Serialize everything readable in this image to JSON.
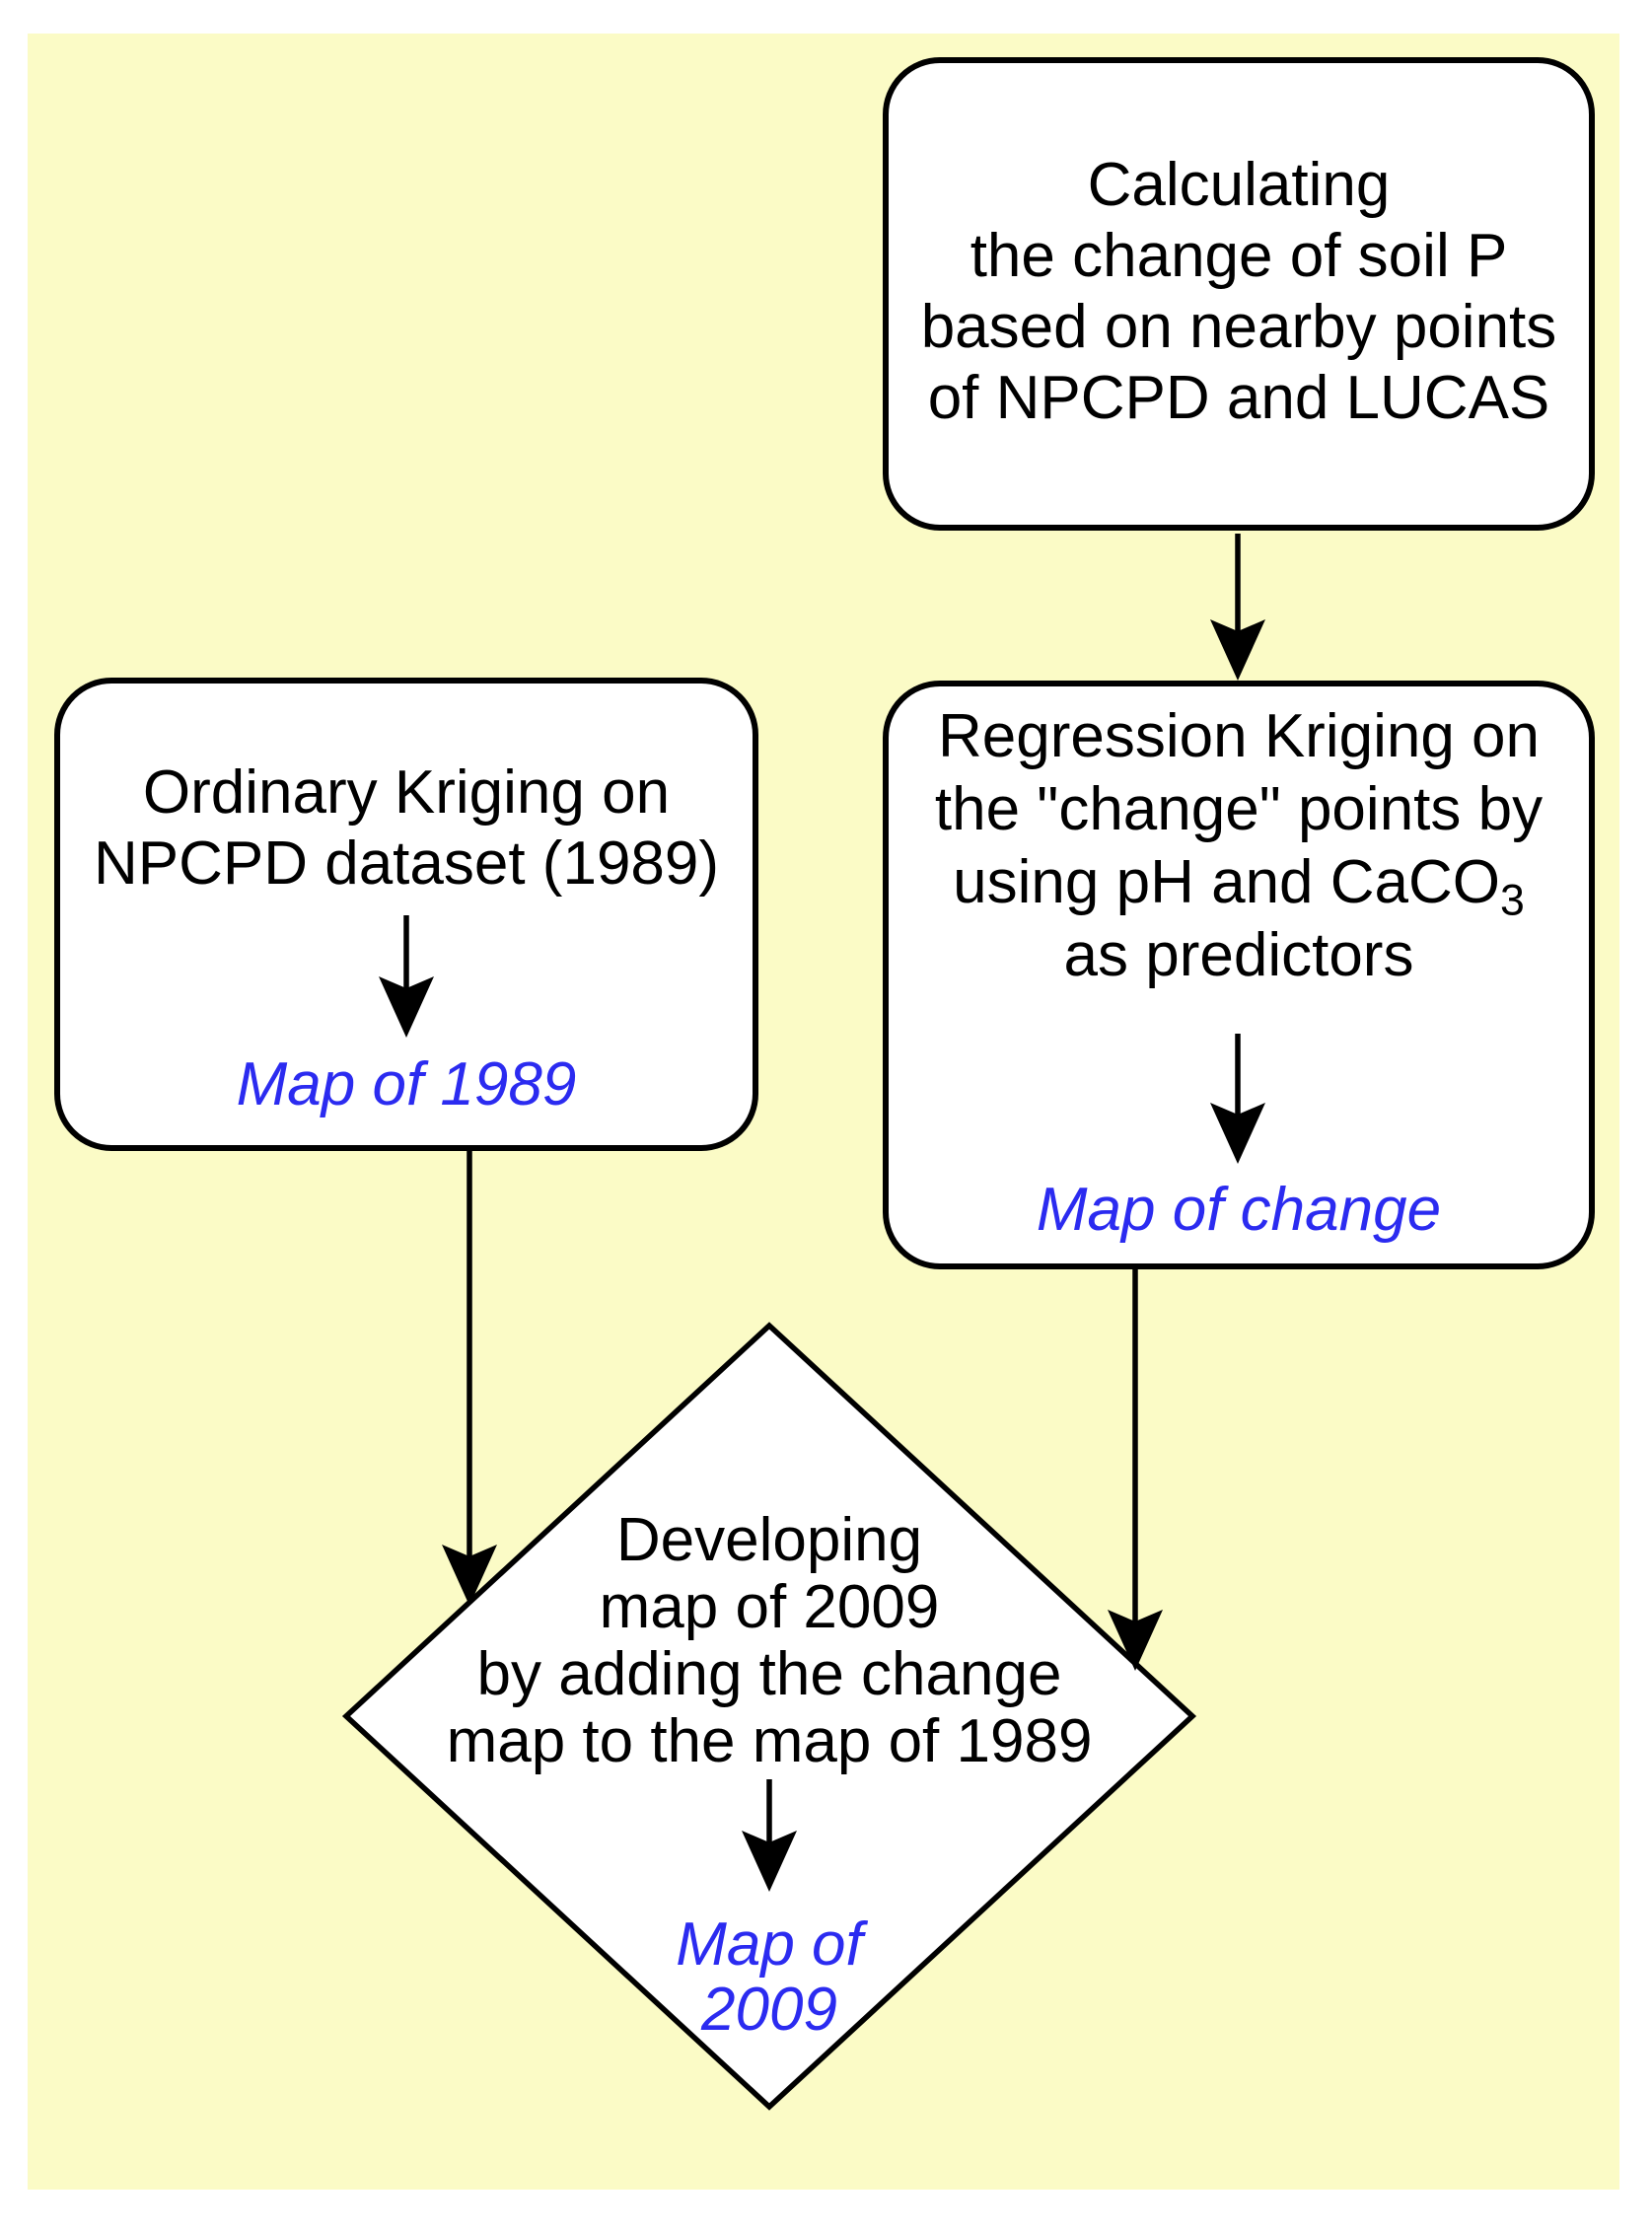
{
  "figure": {
    "type": "flowchart",
    "background_color": "#FBFBC6",
    "box_fill_color": "#FFFFFF",
    "stroke_color": "#000000",
    "result_label_color": "#2B2BF0"
  },
  "nodes": {
    "calc": {
      "lines": [
        "Calculating",
        "the change of soil P",
        "based on nearby points",
        "of NPCPD and LUCAS"
      ]
    },
    "regression": {
      "line1": "Regression Kriging on",
      "line2": "the \"change\" points by",
      "line3_prefix": "using pH and CaCO",
      "line3_sub": "3",
      "line4": "as predictors",
      "result": "Map of change"
    },
    "ordinary": {
      "line1": "Ordinary Kriging on",
      "line2": "NPCPD dataset (1989)",
      "result": "Map of 1989"
    },
    "develop": {
      "lines": [
        "Developing",
        "map of 2009",
        "by adding the change",
        "map to the map of 1989"
      ],
      "result_line1": "Map of",
      "result_line2": "2009"
    }
  }
}
